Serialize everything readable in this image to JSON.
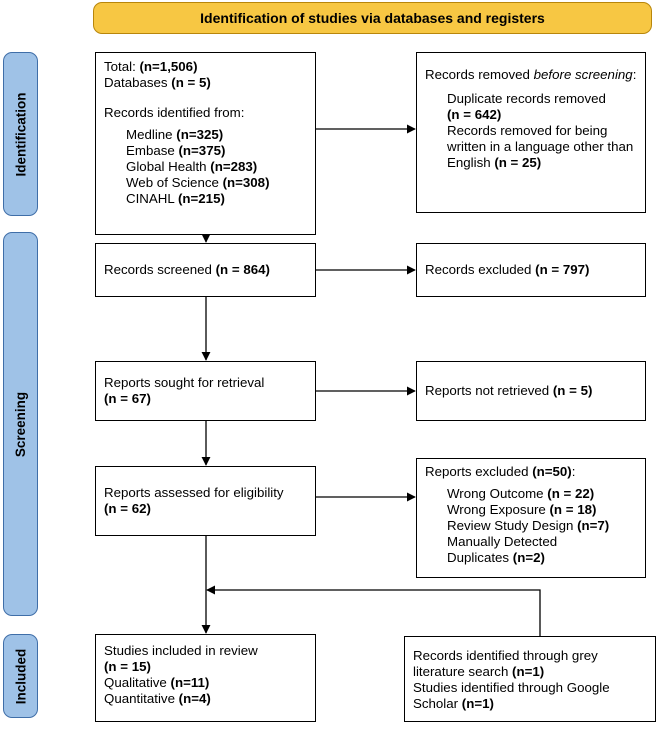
{
  "header": {
    "title": "Identification of studies via databases and registers"
  },
  "phases": {
    "identification": "Identification",
    "screening": "Screening",
    "included": "Included"
  },
  "identification": {
    "total_label": "Total: ",
    "total_value": "(n=1,506)",
    "databases_label": "Databases ",
    "databases_value": "(n = 5)",
    "records_from": "Records identified from:",
    "sources": [
      {
        "name": "Medline ",
        "count": "(n=325)"
      },
      {
        "name": "Embase ",
        "count": "(n=375)"
      },
      {
        "name": "Global Health ",
        "count": "(n=283)"
      },
      {
        "name": "Web of Science ",
        "count": "(n=308)"
      },
      {
        "name": "CINAHL ",
        "count": "(n=215)"
      }
    ]
  },
  "removed": {
    "title_prefix": "Records removed ",
    "title_italic": "before screening",
    "title_suffix": ":",
    "duplicates_label": "Duplicate records removed",
    "duplicates_value": "(n = 642)",
    "language_label": "Records removed for being written in a language other than English ",
    "language_value": "(n = 25)"
  },
  "screened": {
    "label": "Records screened ",
    "value": "(n = 864)"
  },
  "excluded": {
    "label": "Records excluded ",
    "value": "(n = 797)"
  },
  "sought": {
    "label": "Reports sought for retrieval",
    "value": "(n = 67)"
  },
  "not_retrieved": {
    "label": "Reports not retrieved ",
    "value": "(n = 5)"
  },
  "assessed": {
    "label": "Reports assessed for eligibility",
    "value": "(n = 62)"
  },
  "reports_excluded": {
    "title": "Reports excluded ",
    "title_value": "(n=50)",
    "title_suffix": ":",
    "reasons": [
      {
        "label": "Wrong Outcome ",
        "value": "(n = 22)"
      },
      {
        "label": "Wrong Exposure ",
        "value": "(n = 18)"
      },
      {
        "label": "Review Study Design ",
        "value": "(n=7)"
      },
      {
        "label": "Manually Detected Duplicates ",
        "value": "(n=2)"
      }
    ]
  },
  "included": {
    "label": "Studies included in review",
    "value": "(n = 15)",
    "qualitative_label": "Qualitative ",
    "qualitative_value": "(n=11)",
    "quantitative_label": "Quantitative ",
    "quantitative_value": "(n=4)"
  },
  "grey": {
    "grey_label": "Records identified through grey literature search ",
    "grey_value": "(n=1)",
    "scholar_label": "Studies identified through Google Scholar ",
    "scholar_value": "(n=1)"
  }
}
